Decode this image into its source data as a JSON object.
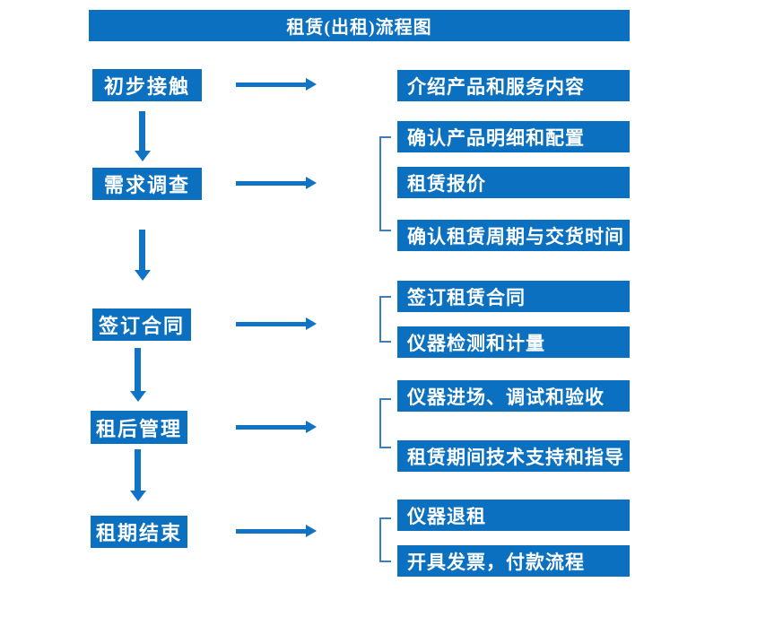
{
  "title": "租赁(出租)流程图",
  "colors": {
    "box_blue": "#0b70bf",
    "arrow_blue": "#1173c6",
    "bracket_blue": "#3c7fc0",
    "text_white": "#ffffff"
  },
  "stages": [
    {
      "label": "初步接触",
      "details": [
        "介绍产品和服务内容"
      ]
    },
    {
      "label": "需求调查",
      "details": [
        "确认产品明细和配置",
        "租赁报价",
        "确认租赁周期与交货时间"
      ]
    },
    {
      "label": "签订合同",
      "details": [
        "签订租赁合同",
        "仪器检测和计量"
      ]
    },
    {
      "label": "租后管理",
      "details": [
        "仪器进场、调试和验收",
        "租赁期间技术支持和指导"
      ]
    },
    {
      "label": "租期结束",
      "details": [
        "仪器退租",
        "开具发票，付款流程"
      ]
    }
  ]
}
